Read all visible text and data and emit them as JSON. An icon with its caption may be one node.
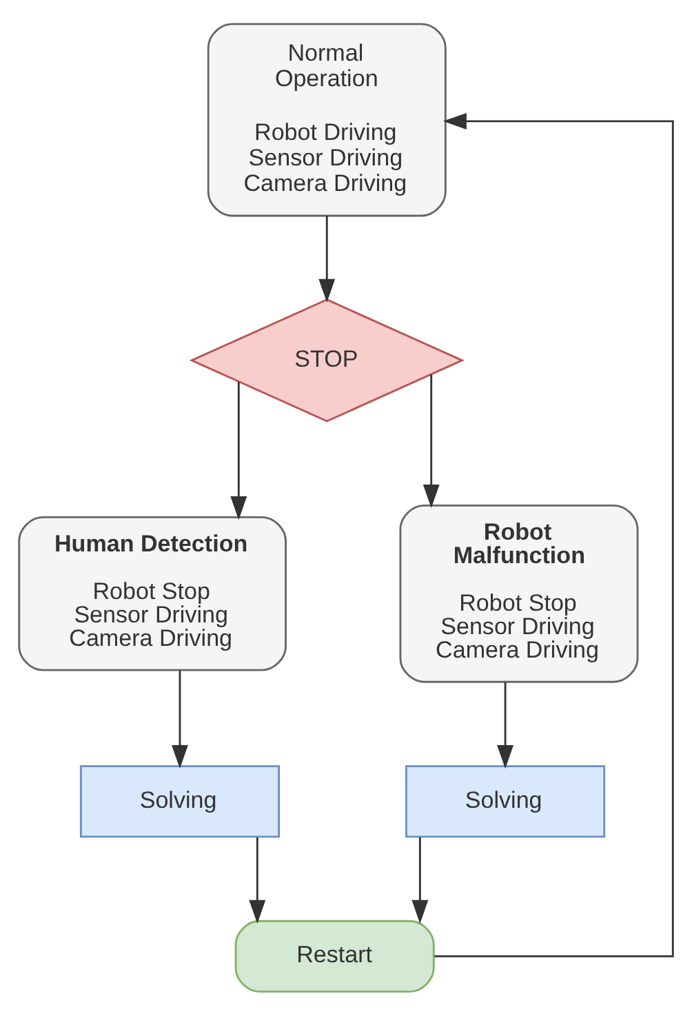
{
  "diagram": {
    "nodes": [
      {
        "text": [
          "Normal Operation",
          "Robot Driving Sensor Driving Camera Driving"
        ]
      },
      {
        "text": [
          "STOP"
        ]
      },
      {
        "text": [
          "Human Detection",
          "Robot Stop Sensor Driving Camera Driving"
        ]
      },
      {
        "text": [
          "Robot Malfunction",
          "Robot Stop Sensor Driving Camera Driving"
        ]
      },
      {
        "text": [
          "Solving"
        ]
      },
      {
        "text": [
          "Solving"
        ]
      },
      {
        "text": [
          "Restart"
        ]
      }
    ],
    "edges": [
      {
        "from": 0,
        "to": 1,
        "arrow": "to"
      },
      {
        "from": 1,
        "to": 2,
        "arrow": "to"
      },
      {
        "from": 1,
        "to": 3,
        "arrow": "to"
      },
      {
        "from": 2,
        "to": 4,
        "arrow": "to"
      },
      {
        "from": 3,
        "to": 5,
        "arrow": "to"
      },
      {
        "from": 4,
        "to": 6,
        "arrow": "to"
      },
      {
        "from": 5,
        "to": 6,
        "arrow": "to"
      },
      {
        "from": 6,
        "to": 0,
        "arrow": "to"
      }
    ]
  }
}
